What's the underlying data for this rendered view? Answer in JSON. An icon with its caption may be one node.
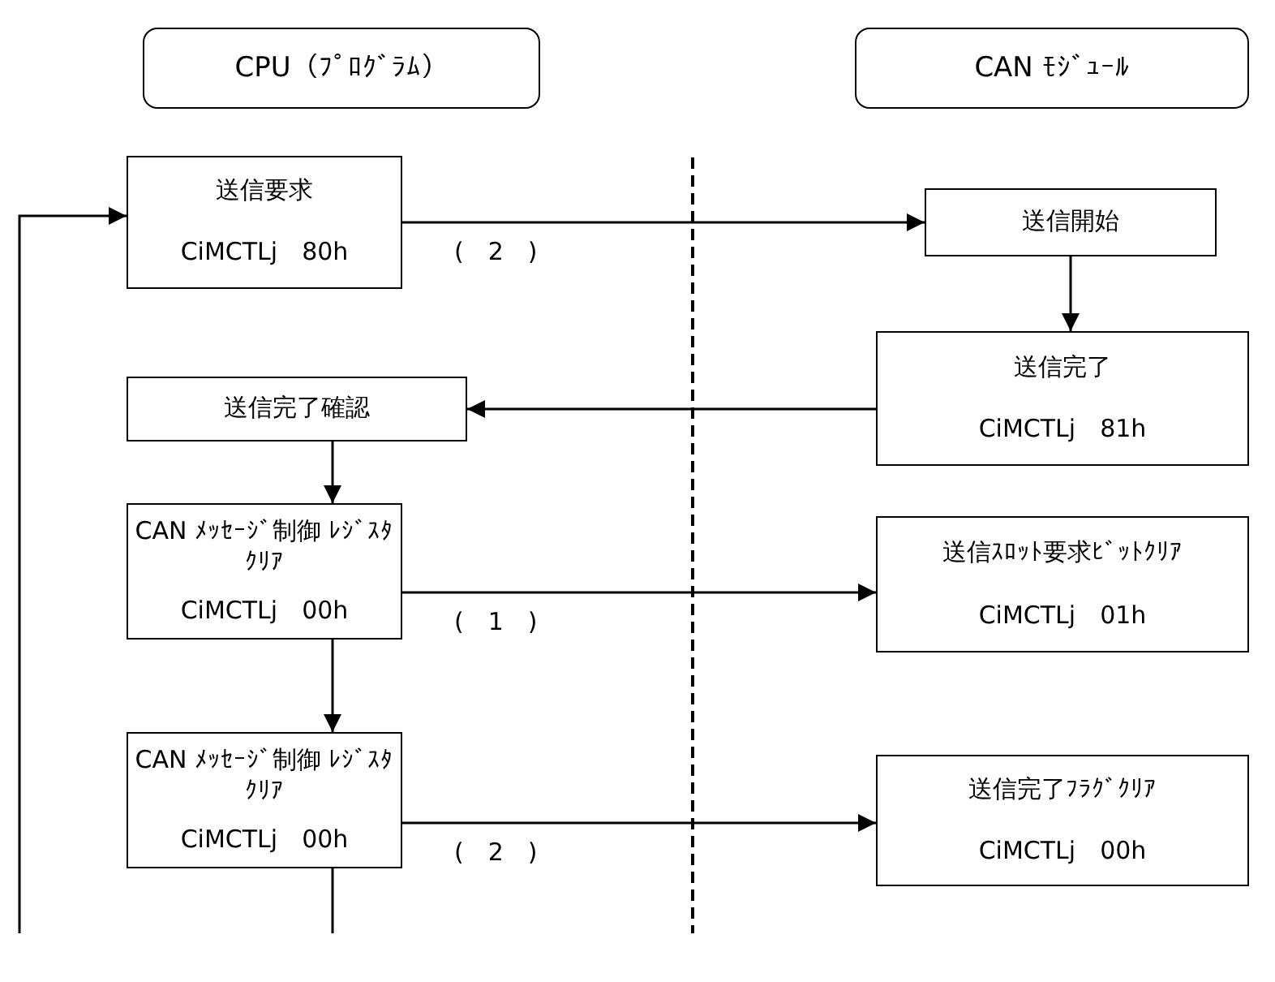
{
  "diagram": {
    "nodes": [
      {
        "text": [
          "CPU（ﾌﾟﾛｸﾞﾗﾑ）"
        ]
      },
      {
        "text": [
          "CAN ﾓｼﾞｭｰﾙ"
        ]
      },
      {
        "text": [
          "送信要求",
          "CiMCTLj　80h"
        ]
      },
      {
        "text": [
          "送信開始"
        ]
      },
      {
        "text": [
          "送信完了",
          "CiMCTLj　81h"
        ]
      },
      {
        "text": [
          "送信完了確認"
        ]
      },
      {
        "text": [
          "CAN ﾒｯｾｰｼﾞ制御 ﾚｼﾞｽﾀｸﾘｱ",
          "CiMCTLj　00h"
        ]
      },
      {
        "text": [
          "送信ｽﾛｯﾄ要求ﾋﾞｯﾄｸﾘｱ",
          "CiMCTLj　01h"
        ]
      },
      {
        "text": [
          "CAN ﾒｯｾｰｼﾞ制御 ﾚｼﾞｽﾀｸﾘｱ",
          "CiMCTLj　00h"
        ]
      },
      {
        "text": [
          "送信完了ﾌﾗｸﾞｸﾘｱ",
          "CiMCTLj　00h"
        ]
      }
    ],
    "edges": [
      {
        "from": 2,
        "to": 3,
        "arrow": "to",
        "label": "(　2　)"
      },
      {
        "from": 3,
        "to": 4,
        "arrow": "to"
      },
      {
        "from": 4,
        "to": 5,
        "arrow": "to"
      },
      {
        "from": 5,
        "to": 6,
        "arrow": "to"
      },
      {
        "from": 6,
        "to": 7,
        "arrow": "to",
        "label": "(　1　)"
      },
      {
        "from": 6,
        "to": 8,
        "arrow": "to"
      },
      {
        "from": 8,
        "to": 9,
        "arrow": "to",
        "label": "(　2　)"
      },
      {
        "from": 8,
        "to": null,
        "arrow": "none"
      },
      {
        "from": null,
        "to": 2,
        "arrow": "to"
      }
    ]
  }
}
